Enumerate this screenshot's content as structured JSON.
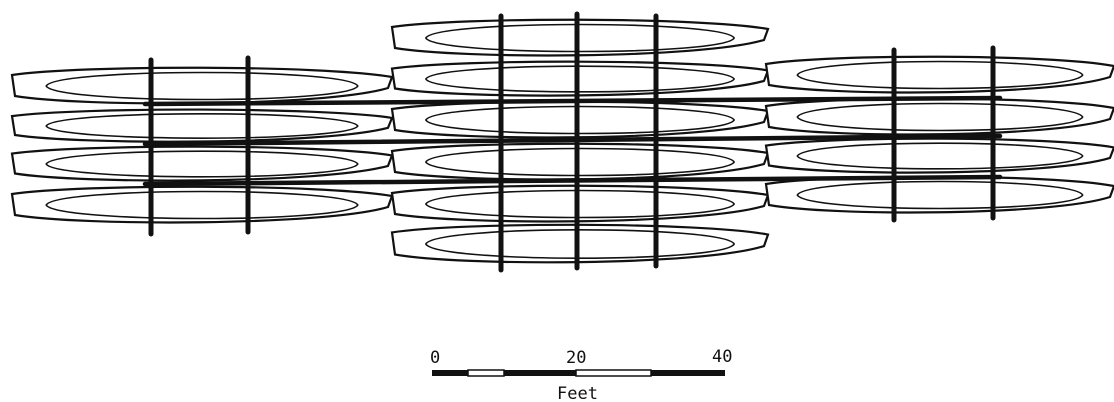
{
  "scale_bar": {
    "tick_labels": [
      "0",
      "20",
      "40"
    ],
    "unit_label": "Feet"
  },
  "colors": {
    "ink": "#111111",
    "background": "#ffffff"
  }
}
